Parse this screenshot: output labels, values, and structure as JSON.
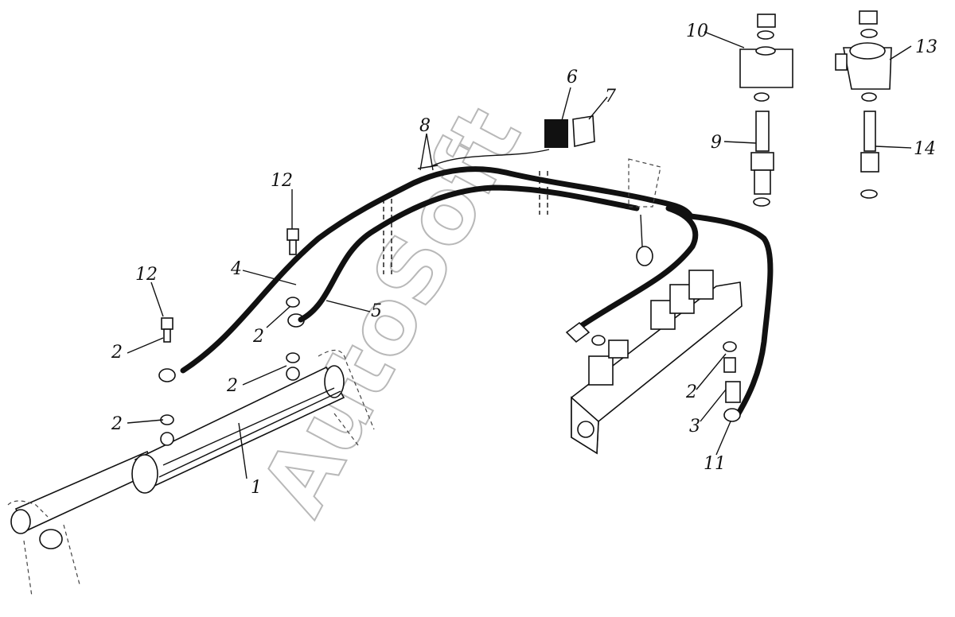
{
  "callouts": [
    {
      "id": "c1",
      "text": "1"
    },
    {
      "id": "c2a",
      "text": "2"
    },
    {
      "id": "c2b",
      "text": "2"
    },
    {
      "id": "c2c",
      "text": "2"
    },
    {
      "id": "c2d",
      "text": "2"
    },
    {
      "id": "c2e",
      "text": "2"
    },
    {
      "id": "c3",
      "text": "3"
    },
    {
      "id": "c4",
      "text": "4"
    },
    {
      "id": "c5",
      "text": "5"
    },
    {
      "id": "c6",
      "text": "6"
    },
    {
      "id": "c7",
      "text": "7"
    },
    {
      "id": "c8",
      "text": "8"
    },
    {
      "id": "c9",
      "text": "9"
    },
    {
      "id": "c10",
      "text": "10"
    },
    {
      "id": "c11",
      "text": "11"
    },
    {
      "id": "c12a",
      "text": "12"
    },
    {
      "id": "c12b",
      "text": "12"
    },
    {
      "id": "c13",
      "text": "13"
    },
    {
      "id": "c14",
      "text": "14"
    }
  ],
  "watermark": "AutoSoft"
}
